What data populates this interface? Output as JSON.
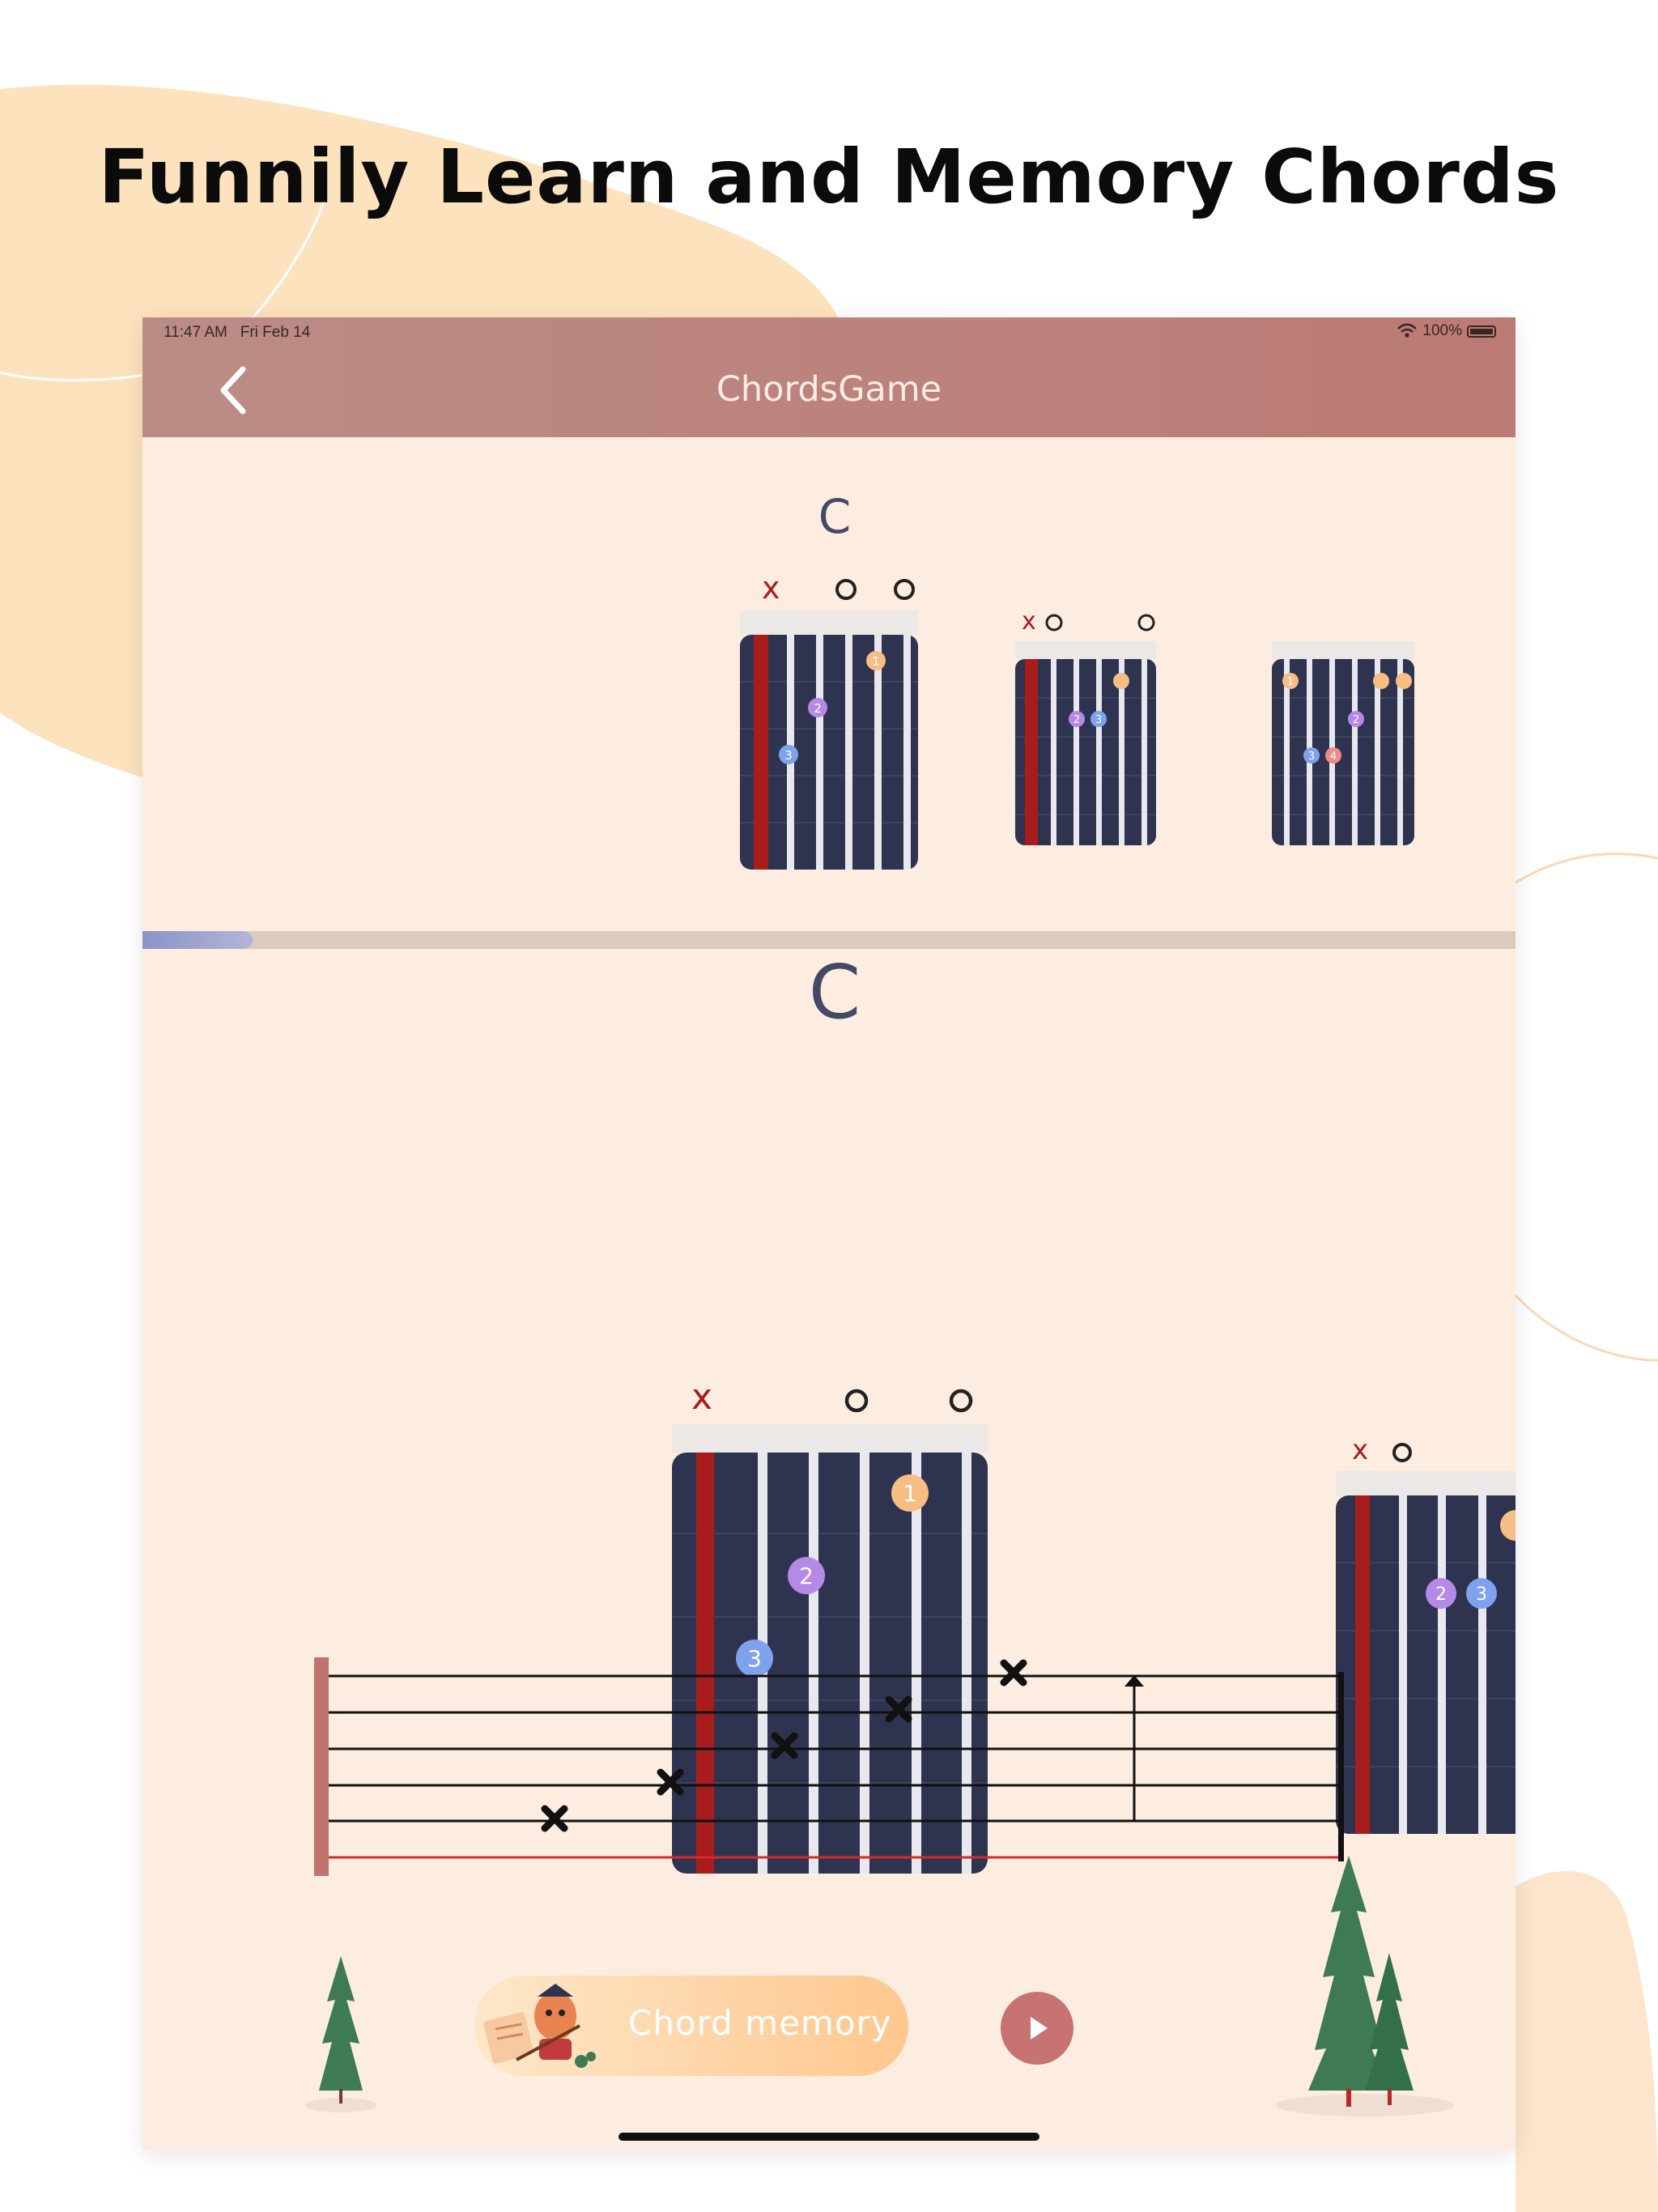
{
  "headline": "Funnily Learn and Memory Chords",
  "status_bar": {
    "time": "11:47 AM",
    "date": "Fri Feb 14",
    "battery": "100%"
  },
  "nav": {
    "title": "ChordsGame",
    "back_icon": "chevron-left-icon"
  },
  "current_chord": {
    "name": "C",
    "string_markers": [
      "x",
      "",
      "",
      "o",
      "",
      "o"
    ],
    "fingers": [
      "1",
      "2",
      "3"
    ]
  },
  "preview_chords": [
    {
      "string_markers": [
        "x",
        "o",
        "",
        "",
        "",
        "o"
      ],
      "fingers": [
        "2",
        "3"
      ]
    },
    {
      "string_markers": [
        "",
        "",
        "",
        "",
        "",
        ""
      ],
      "fingers": [
        "1",
        "3",
        "4",
        "2"
      ]
    }
  ],
  "next_chord": {
    "string_markers": [
      "x",
      "o"
    ],
    "fingers": [
      "2",
      "3"
    ]
  },
  "progress": {
    "value": 0.08
  },
  "notes": [
    "x",
    "x",
    "x",
    "x",
    "x"
  ],
  "memory_button": {
    "label": "Chord memory"
  },
  "play_button": {
    "icon": "play-icon"
  },
  "colors": {
    "nav_bar": "#bb8c86",
    "page_background": "#fdede0",
    "fretboard": "#2e3350",
    "muted_string": "#a91c1c",
    "finger_1": "#f6bd84",
    "finger_2": "#b58ae6",
    "finger_3": "#7fa2ef",
    "finger_4": "#ef8a8a",
    "accent": "#c67372"
  }
}
